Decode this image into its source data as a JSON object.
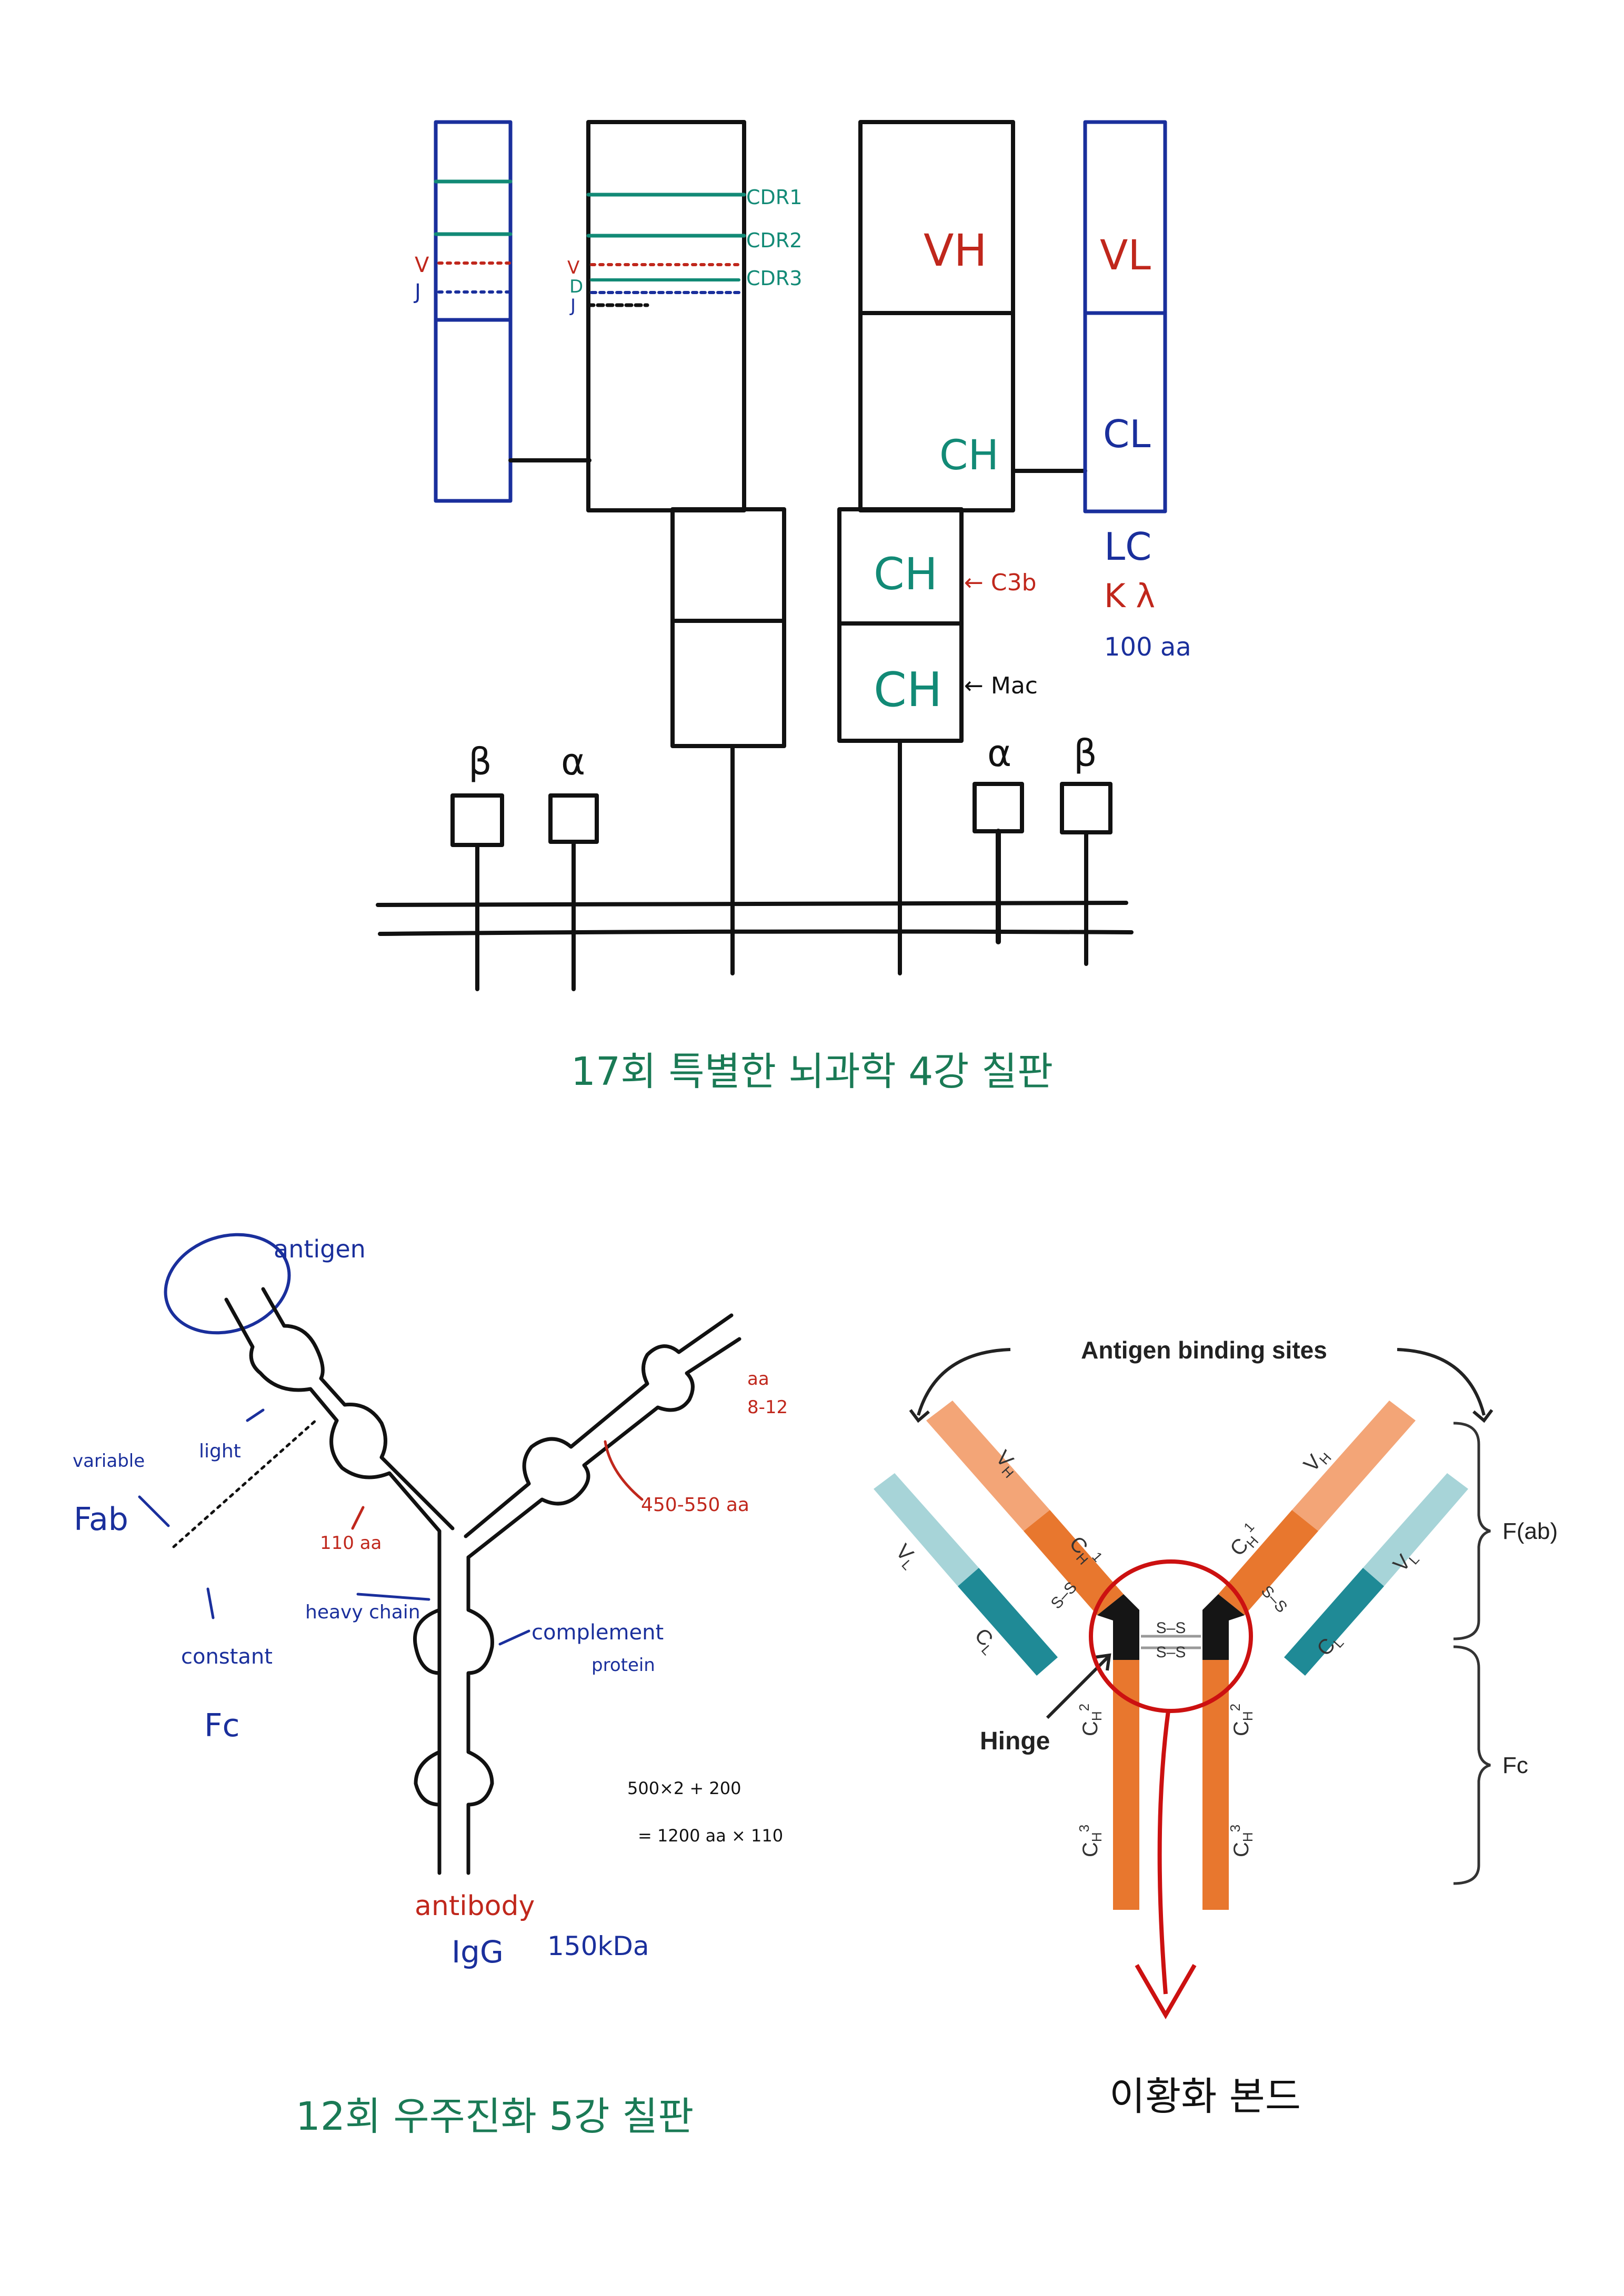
{
  "colors": {
    "ink": "#111111",
    "blue": "#1a2f9c",
    "teal": "#128a76",
    "red": "#c0271c",
    "green_caption": "#1a7a55",
    "orange_dark": "#e8772e",
    "orange_light": "#f3a577",
    "teal_dark": "#1f8a96",
    "teal_light": "#a7d4d8",
    "hinge": "#151515",
    "circle_red": "#cc1111"
  },
  "top_diagram": {
    "left_chain": {
      "label_v": "V",
      "label_j": "J"
    },
    "heavy_chain": {
      "label_v": "V",
      "label_d": "D",
      "label_j": "J",
      "cdr1": "CDR1",
      "cdr2": "CDR2",
      "cdr3": "CDR3"
    },
    "right_fab": {
      "vh": "VH",
      "ch1": "CH",
      "vl": "VL",
      "cl": "CL"
    },
    "right_fc": {
      "ch2": "CH",
      "ch3": "CH",
      "c3b": "← C3b",
      "mac": "← Mac"
    },
    "light_chain_notes": {
      "lc": "LC",
      "kappa_lambda": "K λ",
      "length": "100 aa"
    },
    "receptor_labels": {
      "beta_left": "β",
      "alpha_left": "α",
      "alpha_right": "α",
      "beta_right": "β"
    },
    "caption": "17회 특별한 뇌과학 4강 칠판"
  },
  "bottom_left": {
    "antigen": "antigen",
    "light": "light",
    "variable": "variable",
    "fab": "Fab",
    "constant": "constant",
    "fc": "Fc",
    "heavy_chain": "heavy chain",
    "complement": "complement",
    "protein": "protein",
    "aa_110": "110 aa",
    "aa_range": "450-550 aa",
    "aa_small": "aa",
    "aa_small_range": "8-12",
    "calc_line1": "500×2 + 200",
    "calc_line2": "= 1200 aa × 110",
    "antibody": "antibody",
    "igg": "IgG",
    "mass": "150kDa",
    "caption": "12회 우주진화 5강 칠판"
  },
  "bottom_right": {
    "antigen_binding_sites": "Antigen binding sites",
    "vh": "V",
    "vh_sub": "H",
    "vl": "V",
    "vl_sub": "L",
    "ch1": "C",
    "ch1_sub": "H",
    "ch1_sup": "1",
    "cl": "C",
    "cl_sub": "L",
    "ch2": "C",
    "ch2_sub": "H",
    "ch2_sup": "2",
    "ch3": "C",
    "ch3_sub": "H",
    "ch3_sup": "3",
    "ss": "S–S",
    "hinge": "Hinge",
    "fab_label": "F(ab)",
    "fc_label": "Fc",
    "caption": "이황화 본드"
  }
}
